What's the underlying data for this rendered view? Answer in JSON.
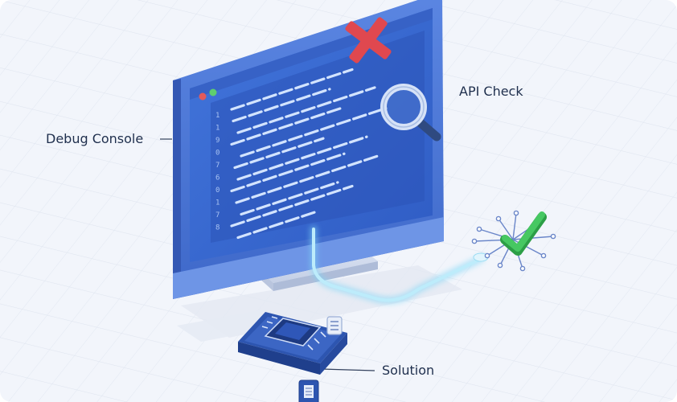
{
  "labels": {
    "debug_console": "Debug Console",
    "api_check": "API Check",
    "solution": "Solution"
  },
  "code_gutter_digits": [
    "1",
    "1",
    "9",
    "0",
    "7",
    "6",
    "0",
    "1",
    "7",
    "8"
  ],
  "icons": {
    "error": "red-x-icon",
    "inspect": "magnifying-glass-icon",
    "success": "green-check-icon",
    "hardware": "chip-icon"
  },
  "colors": {
    "background": "#f2f5fb",
    "monitor_frame": "#4a76d6",
    "screen": "#3a68cf",
    "code_lines": "#cfe2ff",
    "error_mark": "#e0484f",
    "success_mark": "#3cc25a",
    "cable_glow": "#7fd6f6",
    "chip_body": "#3c66c4",
    "label_text": "#1f2f4d"
  }
}
